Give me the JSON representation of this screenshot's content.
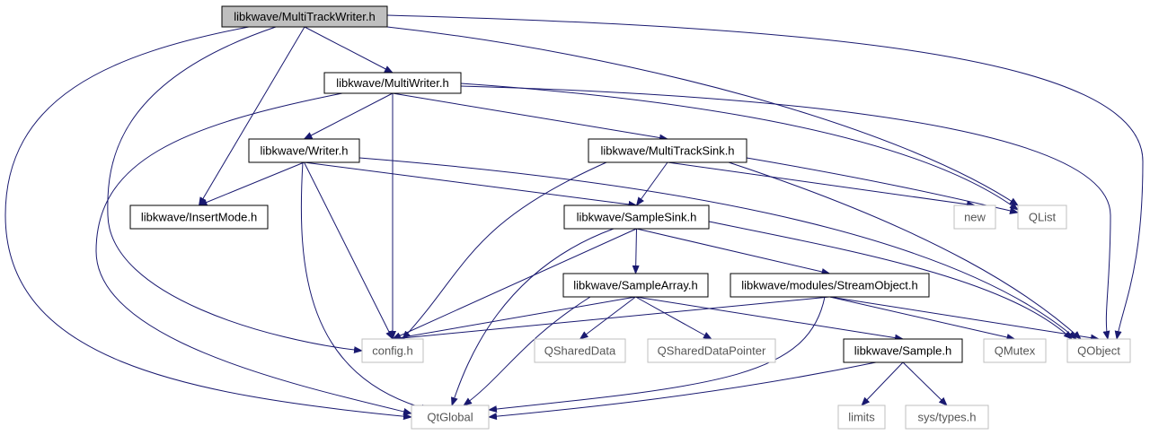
{
  "colors": {
    "edge": "#191970",
    "root_fill": "#bfbfbf",
    "node_border": "#000000",
    "external_border": "#bfbfbf",
    "external_text": "#555555"
  },
  "nodes": [
    {
      "id": "root",
      "label": "libkwave/MultiTrackWriter.h",
      "kind": "root"
    },
    {
      "id": "multiwriter",
      "label": "libkwave/MultiWriter.h",
      "kind": "local"
    },
    {
      "id": "writer",
      "label": "libkwave/Writer.h",
      "kind": "local"
    },
    {
      "id": "multitracksink",
      "label": "libkwave/MultiTrackSink.h",
      "kind": "local"
    },
    {
      "id": "insertmode",
      "label": "libkwave/InsertMode.h",
      "kind": "local"
    },
    {
      "id": "samplesink",
      "label": "libkwave/SampleSink.h",
      "kind": "local"
    },
    {
      "id": "new",
      "label": "new",
      "kind": "external"
    },
    {
      "id": "qlist",
      "label": "QList",
      "kind": "external"
    },
    {
      "id": "samplearray",
      "label": "libkwave/SampleArray.h",
      "kind": "local"
    },
    {
      "id": "streamobject",
      "label": "libkwave/modules/StreamObject.h",
      "kind": "local"
    },
    {
      "id": "config",
      "label": "config.h",
      "kind": "external"
    },
    {
      "id": "qshareddata",
      "label": "QSharedData",
      "kind": "external"
    },
    {
      "id": "qshareddatapointer",
      "label": "QSharedDataPointer",
      "kind": "external"
    },
    {
      "id": "sample",
      "label": "libkwave/Sample.h",
      "kind": "local"
    },
    {
      "id": "qmutex",
      "label": "QMutex",
      "kind": "external"
    },
    {
      "id": "qobject",
      "label": "QObject",
      "kind": "external"
    },
    {
      "id": "qtglobal",
      "label": "QtGlobal",
      "kind": "external"
    },
    {
      "id": "limits",
      "label": "limits",
      "kind": "external"
    },
    {
      "id": "systypes",
      "label": "sys/types.h",
      "kind": "external"
    }
  ],
  "edges": [
    {
      "from": "root",
      "to": "multiwriter"
    },
    {
      "from": "root",
      "to": "insertmode"
    },
    {
      "from": "root",
      "to": "config"
    },
    {
      "from": "root",
      "to": "qtglobal"
    },
    {
      "from": "root",
      "to": "qlist"
    },
    {
      "from": "root",
      "to": "qobject"
    },
    {
      "from": "multiwriter",
      "to": "writer"
    },
    {
      "from": "multiwriter",
      "to": "multitracksink"
    },
    {
      "from": "multiwriter",
      "to": "config"
    },
    {
      "from": "multiwriter",
      "to": "qtglobal"
    },
    {
      "from": "multiwriter",
      "to": "qlist"
    },
    {
      "from": "multiwriter",
      "to": "qobject"
    },
    {
      "from": "writer",
      "to": "insertmode"
    },
    {
      "from": "writer",
      "to": "samplesink"
    },
    {
      "from": "writer",
      "to": "config"
    },
    {
      "from": "writer",
      "to": "qtglobal"
    },
    {
      "from": "writer",
      "to": "qobject"
    },
    {
      "from": "multitracksink",
      "to": "samplesink"
    },
    {
      "from": "multitracksink",
      "to": "new"
    },
    {
      "from": "multitracksink",
      "to": "qlist"
    },
    {
      "from": "multitracksink",
      "to": "qobject"
    },
    {
      "from": "multitracksink",
      "to": "config"
    },
    {
      "from": "samplesink",
      "to": "samplearray"
    },
    {
      "from": "samplesink",
      "to": "streamobject"
    },
    {
      "from": "samplesink",
      "to": "config"
    },
    {
      "from": "samplesink",
      "to": "qtglobal"
    },
    {
      "from": "samplesink",
      "to": "qobject"
    },
    {
      "from": "samplearray",
      "to": "config"
    },
    {
      "from": "samplearray",
      "to": "qshareddata"
    },
    {
      "from": "samplearray",
      "to": "qshareddatapointer"
    },
    {
      "from": "samplearray",
      "to": "sample"
    },
    {
      "from": "samplearray",
      "to": "qtglobal"
    },
    {
      "from": "streamobject",
      "to": "config"
    },
    {
      "from": "streamobject",
      "to": "qmutex"
    },
    {
      "from": "streamobject",
      "to": "qobject"
    },
    {
      "from": "streamobject",
      "to": "qtglobal"
    },
    {
      "from": "sample",
      "to": "qtglobal"
    },
    {
      "from": "sample",
      "to": "limits"
    },
    {
      "from": "sample",
      "to": "systypes"
    }
  ]
}
